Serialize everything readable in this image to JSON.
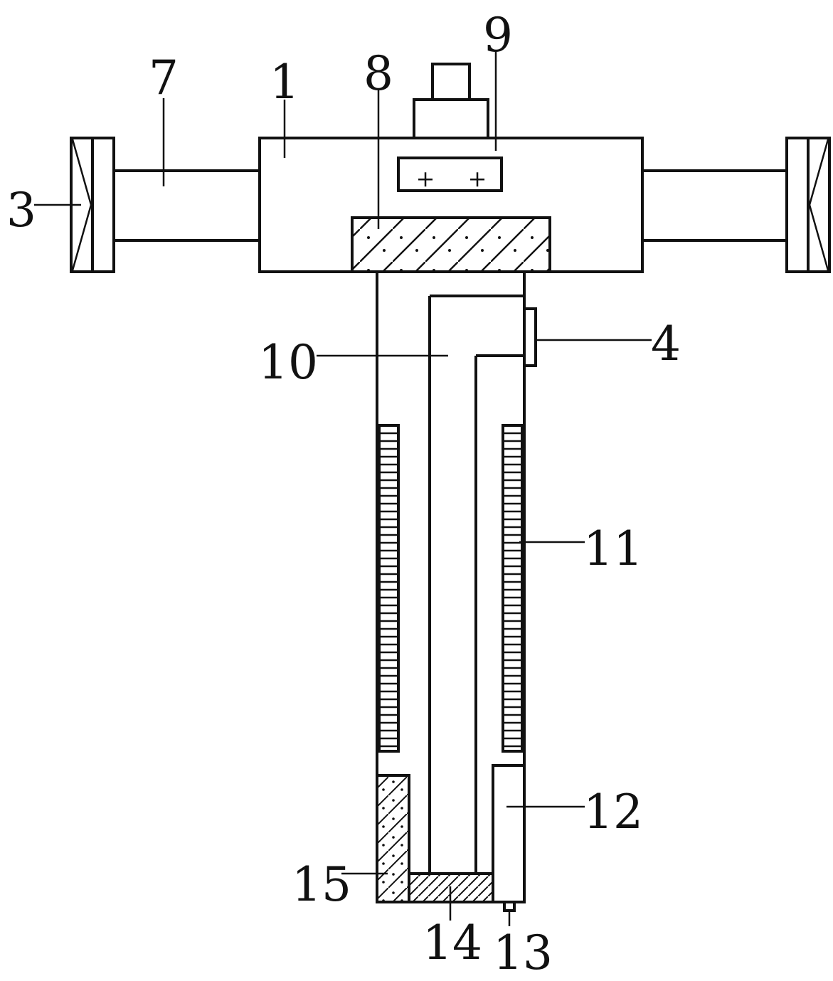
{
  "labels": {
    "l1": "1",
    "l3": "3",
    "l4": "4",
    "l7": "7",
    "l8": "8",
    "l9": "9",
    "l10": "10",
    "l11": "11",
    "l12": "12",
    "l13": "13",
    "l14": "14",
    "l15": "15"
  },
  "indicator": {
    "symbol_left": "+",
    "symbol_right": "+"
  },
  "colors": {
    "line": "#111111",
    "background": "#ffffff"
  }
}
